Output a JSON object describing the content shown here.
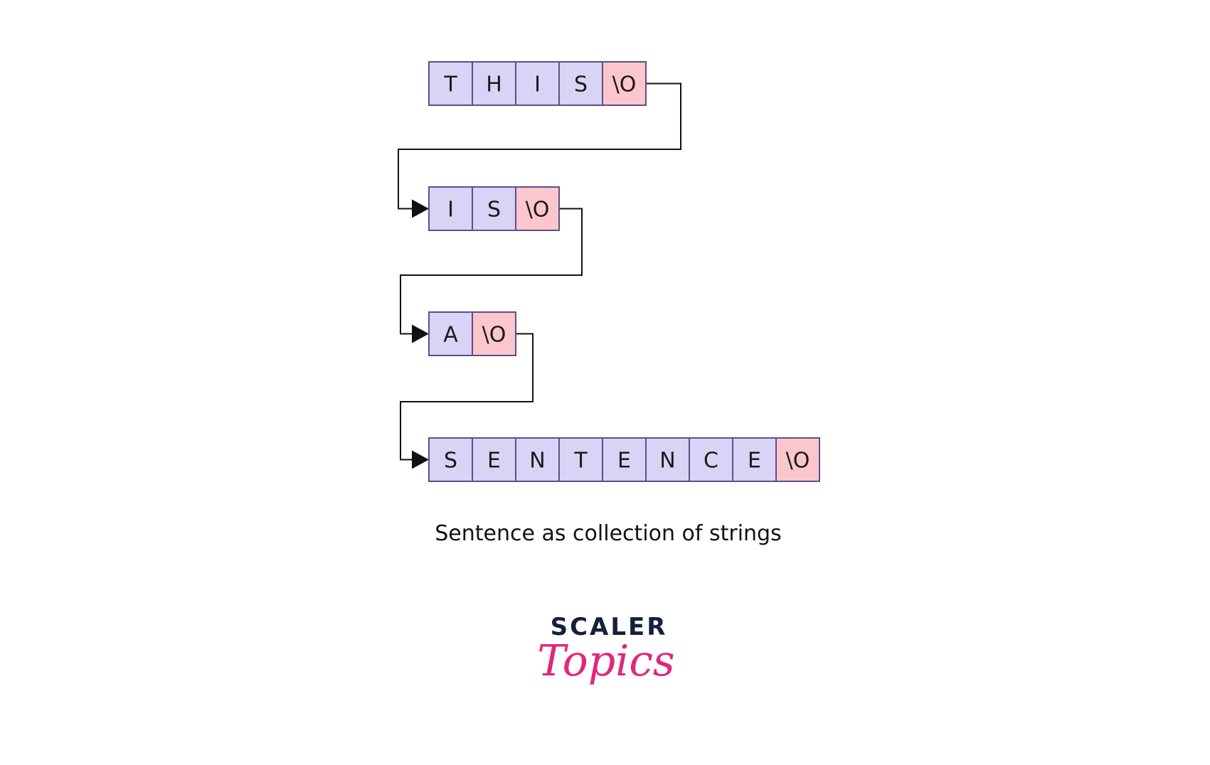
{
  "strings": [
    {
      "chars": [
        "T",
        "H",
        "I",
        "S",
        "\\O"
      ]
    },
    {
      "chars": [
        "I",
        "S",
        "\\O"
      ]
    },
    {
      "chars": [
        "A",
        "\\O"
      ]
    },
    {
      "chars": [
        "S",
        "E",
        "N",
        "T",
        "E",
        "N",
        "C",
        "E",
        "\\O"
      ]
    }
  ],
  "caption": "Sentence as collection of strings",
  "logo": {
    "top": "SCALER",
    "bottom": "Topics"
  },
  "colors": {
    "char_fill": "#d9d4f5",
    "terminator_fill": "#fbc6cc",
    "cell_stroke": "#5c4f8a",
    "connector": "#111111",
    "brand_dark": "#14213a",
    "brand_pink": "#e0287a"
  }
}
